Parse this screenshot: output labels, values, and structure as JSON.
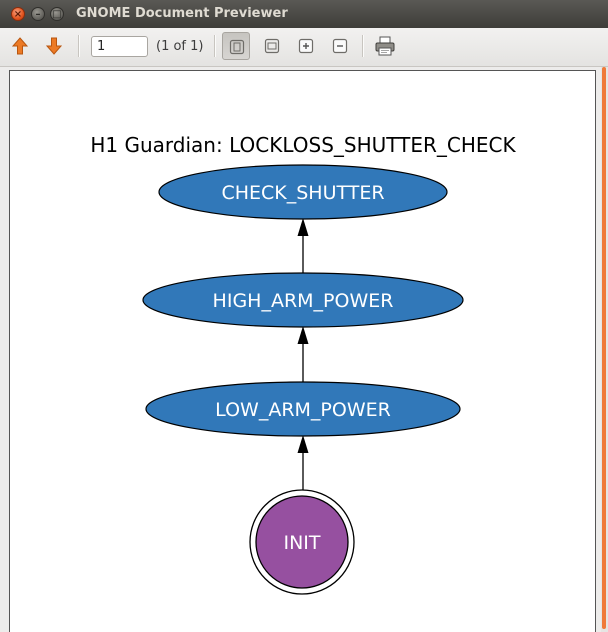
{
  "window": {
    "title": "GNOME Document Previewer",
    "close_glyph": "×",
    "minimize_glyph": "–",
    "maximize_glyph": "□"
  },
  "toolbar": {
    "prev_icon": "arrow-up-icon",
    "next_icon": "arrow-down-icon",
    "page_value": "1",
    "page_count": "(1 of 1)",
    "fit_page_icon": "fit-page-icon",
    "fit_width_icon": "fit-width-icon",
    "zoom_in_icon": "zoom-in-icon",
    "zoom_out_icon": "zoom-out-icon",
    "print_icon": "printer-icon",
    "accent_color": "#e8711f"
  },
  "diagram": {
    "title": "H1 Guardian: LOCKLOSS_SHUTTER_CHECK",
    "nodes": {
      "check_shutter": "CHECK_SHUTTER",
      "high_arm_power": "HIGH_ARM_POWER",
      "low_arm_power": "LOW_ARM_POWER",
      "init": "INIT"
    },
    "edges": [
      {
        "from": "INIT",
        "to": "LOW_ARM_POWER"
      },
      {
        "from": "LOW_ARM_POWER",
        "to": "HIGH_ARM_POWER"
      },
      {
        "from": "HIGH_ARM_POWER",
        "to": "CHECK_SHUTTER"
      }
    ],
    "state_color": "#3178b9",
    "init_color": "#9650a0"
  }
}
